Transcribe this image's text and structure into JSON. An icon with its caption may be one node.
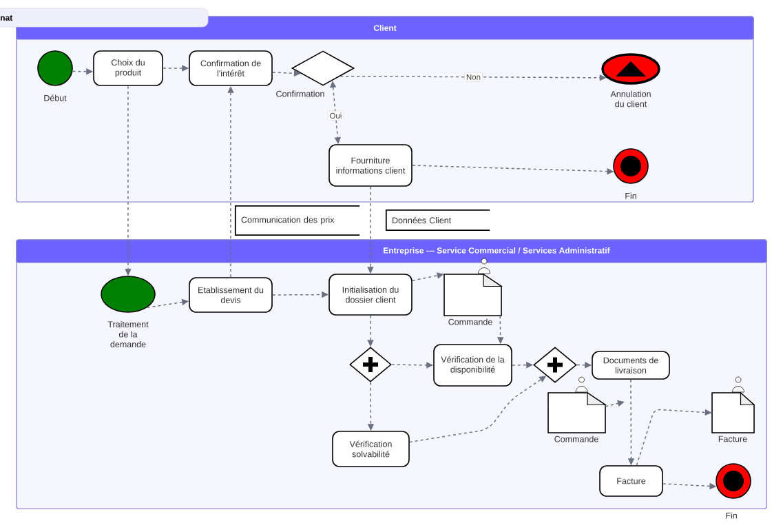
{
  "diagram": {
    "title": "nat",
    "nodes": [
      {
        "text": [
          "Client"
        ]
      },
      {
        "text": [],
        "shape": "circle",
        "in": 0,
        "beside": [
          "Début"
        ]
      },
      {
        "text": [
          "Choix du produit"
        ],
        "in": 0
      },
      {
        "text": [
          "Confirmation de l'intérêt"
        ],
        "in": 0
      },
      {
        "text": [],
        "shape": "diamond",
        "in": 0,
        "beside": [
          "Confirmation"
        ]
      },
      {
        "text": [],
        "shape": "ellipse",
        "in": 0,
        "beside": [
          "Annulation du client"
        ]
      },
      {
        "text": [
          "Fourniture informations client"
        ],
        "in": 0
      },
      {
        "text": [],
        "shape": "circle",
        "in": 0,
        "beside": [
          "Fin"
        ]
      },
      {
        "text": [
          "Communication des prix"
        ]
      },
      {
        "text": [
          "Données Client"
        ]
      },
      {
        "text": [
          "Entreprise — Service Commercial / Services Administratif"
        ]
      },
      {
        "text": [],
        "shape": "ellipse",
        "in": 10,
        "beside": [
          "Traitement de la demande"
        ]
      },
      {
        "text": [
          "Etablissement du devis"
        ],
        "in": 10
      },
      {
        "text": [
          "Initialisation du dossier client"
        ],
        "in": 10
      },
      {
        "text": [],
        "shape": "document",
        "in": 10,
        "beside": [
          "Commande"
        ]
      },
      {
        "text": [],
        "shape": "diamond",
        "in": 10
      },
      {
        "text": [
          "Vérification de la disponibilité"
        ],
        "in": 10
      },
      {
        "text": [],
        "shape": "diamond",
        "in": 10
      },
      {
        "text": [
          "Documents de livraison"
        ],
        "in": 10
      },
      {
        "text": [],
        "shape": "document",
        "in": 10,
        "beside": [
          "Commande"
        ]
      },
      {
        "text": [],
        "shape": "document",
        "in": 10,
        "beside": [
          "Facture"
        ]
      },
      {
        "text": [
          "Vérification solvabilité"
        ],
        "in": 10
      },
      {
        "text": [
          "Facture"
        ],
        "in": 10
      },
      {
        "text": [],
        "shape": "circle",
        "in": 10,
        "beside": [
          "Fin"
        ]
      }
    ],
    "edges": [
      {
        "from": 1,
        "to": 2,
        "arrow": "to"
      },
      {
        "from": 2,
        "to": 3,
        "arrow": "to"
      },
      {
        "from": 3,
        "to": 4,
        "arrow": "to"
      },
      {
        "from": 4,
        "to": 5,
        "arrow": "to",
        "label": "Non"
      },
      {
        "from": 4,
        "to": 6,
        "arrow": "both",
        "label": "Oui"
      },
      {
        "from": 6,
        "to": 7,
        "arrow": "to"
      },
      {
        "from": 2,
        "to": 11,
        "arrow": "to"
      },
      {
        "from": 12,
        "to": 3,
        "arrow": "to"
      },
      {
        "from": 6,
        "to": 13,
        "arrow": "to"
      },
      {
        "from": 11,
        "to": 12,
        "arrow": "to"
      },
      {
        "from": 12,
        "to": 13,
        "arrow": "to"
      },
      {
        "from": 13,
        "to": 14,
        "arrow": "to"
      },
      {
        "from": 14,
        "to": 16,
        "arrow": "to"
      },
      {
        "from": 13,
        "to": 15,
        "arrow": "to"
      },
      {
        "from": 15,
        "to": 16,
        "arrow": "to"
      },
      {
        "from": 15,
        "to": 21,
        "arrow": "to"
      },
      {
        "from": 16,
        "to": 17,
        "arrow": "to"
      },
      {
        "from": 21,
        "to": 17,
        "arrow": "to"
      },
      {
        "from": 17,
        "to": 18,
        "arrow": "to"
      },
      {
        "from": 19,
        "to": null,
        "arrow": "to"
      },
      {
        "from": 18,
        "to": 22,
        "arrow": "to"
      },
      {
        "from": 22,
        "to": 20,
        "arrow": "to"
      },
      {
        "from": 22,
        "to": 23,
        "arrow": "to"
      }
    ]
  }
}
